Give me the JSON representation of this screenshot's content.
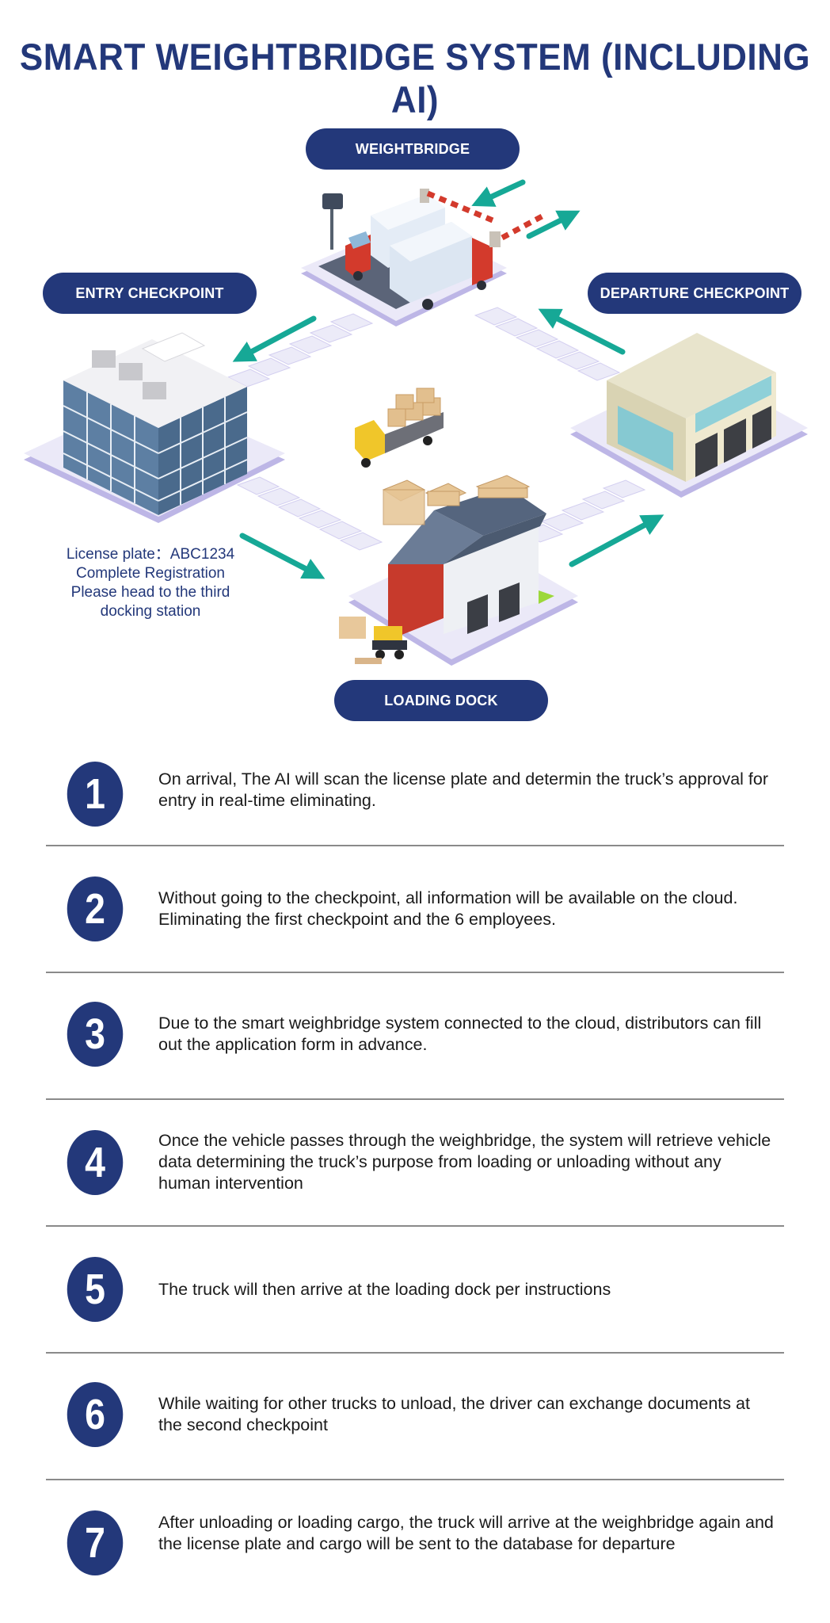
{
  "title": "SMART WEIGHTBRIDGE SYSTEM (INCLUDING AI)",
  "labels": {
    "weightbridge": "WEIGHTBRIDGE",
    "entry": "ENTRY CHECKPOINT",
    "departure": "DEPARTURE CHECKPOINT",
    "loading": "LOADING DOCK"
  },
  "plate_note": {
    "line1": "License plate：ABC1234",
    "line2": "Complete Registration",
    "line3": "Please head to the third",
    "line4": "docking station"
  },
  "steps": [
    {
      "num": "1",
      "text": "On arrival, The AI will scan the license plate and determin the truck’s approval for entry in real-time eliminating."
    },
    {
      "num": "2",
      "text": "Without going to the checkpoint, all information will be available on the cloud. Eliminating the first checkpoint and the 6 employees."
    },
    {
      "num": "3",
      "text": "Due to the smart weighbridge system connected to the cloud, distributors can fill out the application form in advance."
    },
    {
      "num": "4",
      "text": "Once the vehicle passes through the weighbridge, the system will retrieve vehicle data determining the truck’s purpose from loading or unloading without any human intervention"
    },
    {
      "num": "5",
      "text": "The truck will then arrive at the loading dock per instructions"
    },
    {
      "num": "6",
      "text": "While waiting for other trucks to unload, the driver can exchange documents at the second checkpoint"
    },
    {
      "num": "7",
      "text": "After unloading or loading cargo, the truck will arrive at the weighbridge again and the license plate and cargo will be sent to the database for departure"
    }
  ],
  "colors": {
    "navy": "#23387a",
    "teal_arrow": "#16a896",
    "platform": "#ebe9f8",
    "platform_edge": "#bdb6e6",
    "divider": "#8a8a8a"
  },
  "icons": [
    "weightbridge-trucks-illustration",
    "office-building-illustration",
    "warehouse-building-illustration",
    "loading-warehouse-illustration",
    "flatbed-truck-icon",
    "wooden-pallet-icon",
    "forklift-icon",
    "flow-arrow-icon"
  ]
}
